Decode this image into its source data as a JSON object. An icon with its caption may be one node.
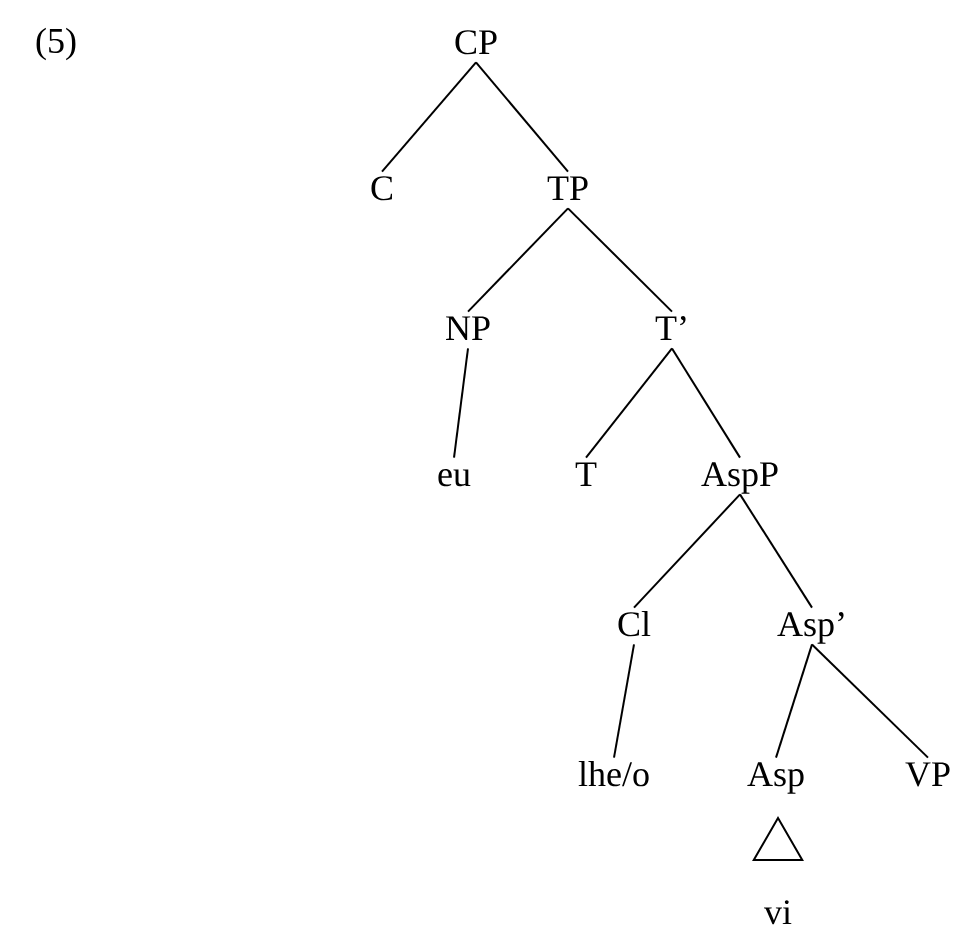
{
  "diagram": {
    "nodes": [
      {
        "text": [
          "CP"
        ]
      },
      {
        "text": [
          "C"
        ]
      },
      {
        "text": [
          "TP"
        ]
      },
      {
        "text": [
          "NP"
        ]
      },
      {
        "text": [
          "T’"
        ]
      },
      {
        "text": [
          "eu"
        ]
      },
      {
        "text": [
          "T"
        ]
      },
      {
        "text": [
          "AspP"
        ]
      },
      {
        "text": [
          "Cl"
        ]
      },
      {
        "text": [
          "Asp’"
        ]
      },
      {
        "text": [
          "lhe/o"
        ]
      },
      {
        "text": [
          "Asp"
        ]
      },
      {
        "text": [
          "VP"
        ]
      },
      {
        "text": [],
        "shape": "triangle"
      },
      {
        "text": [
          "vi"
        ]
      }
    ],
    "edges": [
      {
        "from": 0,
        "to": 1,
        "arrow": "none"
      },
      {
        "from": 0,
        "to": 2,
        "arrow": "none"
      },
      {
        "from": 2,
        "to": 3,
        "arrow": "none"
      },
      {
        "from": 2,
        "to": 4,
        "arrow": "none"
      },
      {
        "from": 3,
        "to": 5,
        "arrow": "none"
      },
      {
        "from": 4,
        "to": 6,
        "arrow": "none"
      },
      {
        "from": 4,
        "to": 7,
        "arrow": "none"
      },
      {
        "from": 7,
        "to": 8,
        "arrow": "none"
      },
      {
        "from": 7,
        "to": 9,
        "arrow": "none"
      },
      {
        "from": 8,
        "to": 10,
        "arrow": "none"
      },
      {
        "from": 9,
        "to": 11,
        "arrow": "none"
      },
      {
        "from": 9,
        "to": 12,
        "arrow": "none"
      }
    ],
    "labels": [
      "(5)"
    ]
  }
}
